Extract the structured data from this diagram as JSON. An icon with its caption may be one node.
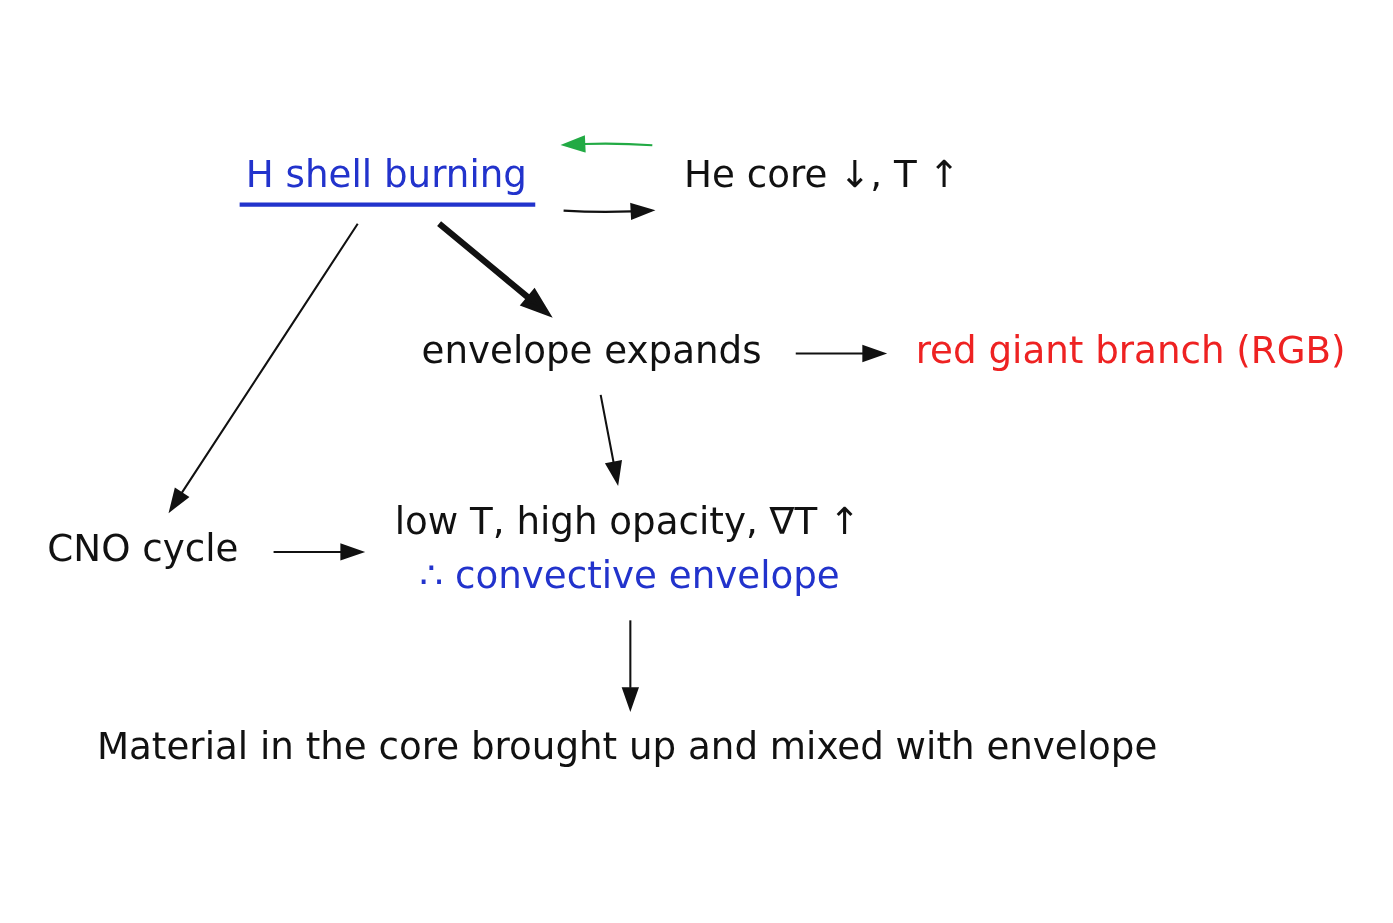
{
  "diagram": {
    "nodes": [
      {
        "text": [
          "H shell burning"
        ]
      },
      {
        "text": [
          "He core ↓, T ↑"
        ]
      },
      {
        "text": [
          "envelope expands"
        ]
      },
      {
        "text": [
          "red giant branch (RGB)"
        ]
      },
      {
        "text": [
          "CNO cycle"
        ]
      },
      {
        "text": [
          "low T, high opacity, ∇T ↑",
          "∴ convective envelope"
        ]
      },
      {
        "text": [
          "Material in the core brought up and mixed with envelope"
        ]
      }
    ],
    "edges": [
      {
        "from": 0,
        "to": 1,
        "arrow": "to"
      },
      {
        "from": 1,
        "to": 0,
        "arrow": "to",
        "color": "#22aa44"
      },
      {
        "from": 0,
        "to": 2,
        "arrow": "to",
        "style": "thick"
      },
      {
        "from": 2,
        "to": 3,
        "arrow": "to"
      },
      {
        "from": 0,
        "to": 4,
        "arrow": "to"
      },
      {
        "from": 2,
        "to": 5,
        "arrow": "to"
      },
      {
        "from": 4,
        "to": 5,
        "arrow": "to"
      },
      {
        "from": 5,
        "to": 6,
        "arrow": "to"
      }
    ]
  }
}
